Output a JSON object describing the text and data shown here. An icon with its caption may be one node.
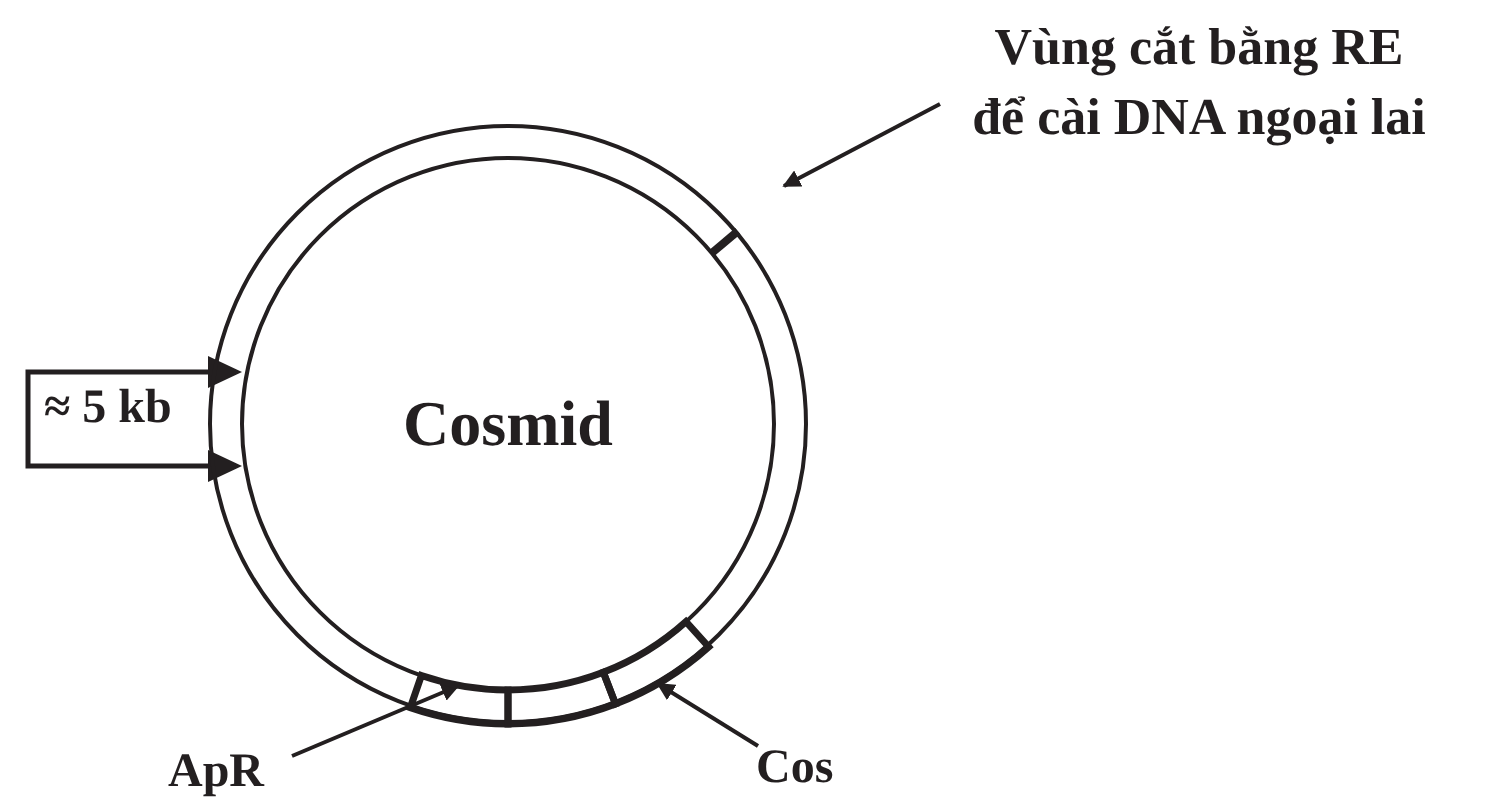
{
  "diagram": {
    "nodes": [
      {
        "text": [
          "Cosmid"
        ]
      },
      {
        "text": [
          "Vùng cắt bằng RE để cài DNA ngoại lai"
        ]
      },
      {
        "text": [],
        "shape": "bar",
        "in": 0
      },
      {
        "text": [
          "ApR"
        ]
      },
      {
        "text": [],
        "shape": "bar",
        "in": 0
      },
      {
        "text": [],
        "shape": "bar",
        "in": 0
      },
      {
        "text": [
          "Cos"
        ]
      },
      {
        "text": [],
        "shape": "bar",
        "in": 0
      }
    ],
    "edges": [
      {
        "from": 1,
        "to": 2,
        "arrow": "to"
      },
      {
        "from": 3,
        "to": 4,
        "arrow": "to"
      },
      {
        "from": 6,
        "to": 7,
        "arrow": "to"
      }
    ],
    "labels": [
      "≈ 5 kb"
    ]
  }
}
